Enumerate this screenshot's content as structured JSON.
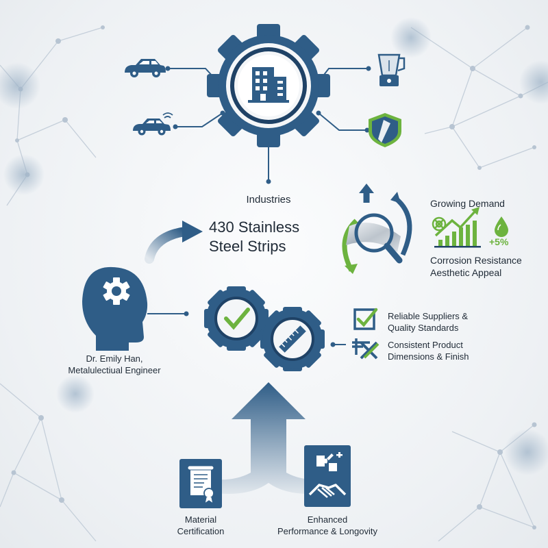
{
  "colors": {
    "navy": "#2f5d87",
    "navy_dark": "#1f4266",
    "green": "#6db33f",
    "text": "#1f2a36",
    "network": "#c7d1dc"
  },
  "hub": {
    "label": "Industries",
    "icon": "office-building-icon"
  },
  "industries": [
    {
      "name": "car",
      "icon": "car-icon"
    },
    {
      "name": "car-sensor",
      "icon": "car-sensor-icon"
    },
    {
      "name": "blender",
      "icon": "blender-icon"
    },
    {
      "name": "shield",
      "icon": "shield-icon"
    }
  ],
  "product": {
    "line1": "430 Stainless",
    "line2": "Steel Strips"
  },
  "demand": {
    "title": "Growing Demand",
    "percent": "+5%",
    "line1": "Corrosion Resistance",
    "line2": "Aesthetic Appeal"
  },
  "engineer": {
    "name": "Dr. Emily Han,",
    "title": "Metalulectiual Engineer"
  },
  "quality": [
    {
      "line1": "Reliable Suppliers &",
      "line2": "Quality Standards",
      "icon": "checkbox-icon"
    },
    {
      "line1": "Consistent Product",
      "line2": "Dimensions & Finish",
      "icon": "caliper-icon"
    }
  ],
  "bottom": [
    {
      "line1": "Material",
      "line2": "Certification",
      "icon": "certificate-icon"
    },
    {
      "line1": "Enhanced",
      "line2": "Performance & Longovity",
      "icon": "handshake-icon"
    }
  ]
}
